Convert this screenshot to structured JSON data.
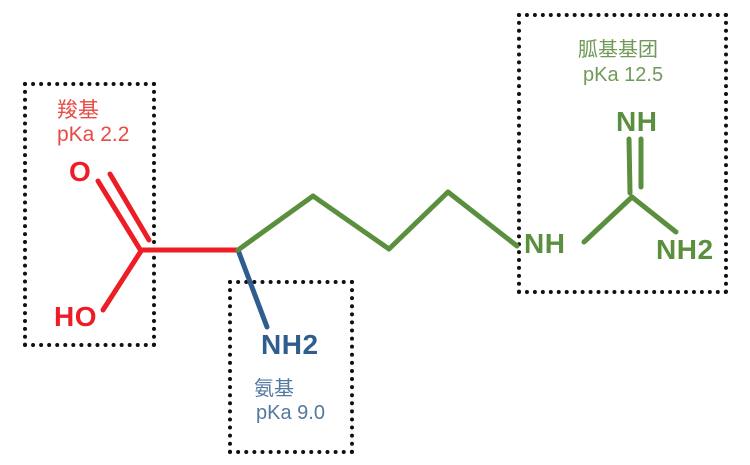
{
  "colors": {
    "background": "#ffffff",
    "box_border": "#111111",
    "red_bond": "#ee1c24",
    "red_label": "#e84a44",
    "blue_bond": "#2e5d8e",
    "blue_label": "#54789f",
    "green_bond": "#5a8f3e",
    "green_label": "#6f9a58"
  },
  "groups": {
    "carboxyl": {
      "label": "羧基",
      "pka": "pKa 2.2"
    },
    "amino": {
      "label": "氨基",
      "pka": "pKa 9.0"
    },
    "guanidino": {
      "label": "胍基基团",
      "pka": "pKa 12.5"
    }
  },
  "atoms": {
    "carbonyl_oxygen": "O",
    "hydroxyl": "HO",
    "alpha_amine": "NH2",
    "imine_nh": "NH",
    "secondary_amine_nh": "NH",
    "terminal_amine_nh2": "NH2"
  }
}
